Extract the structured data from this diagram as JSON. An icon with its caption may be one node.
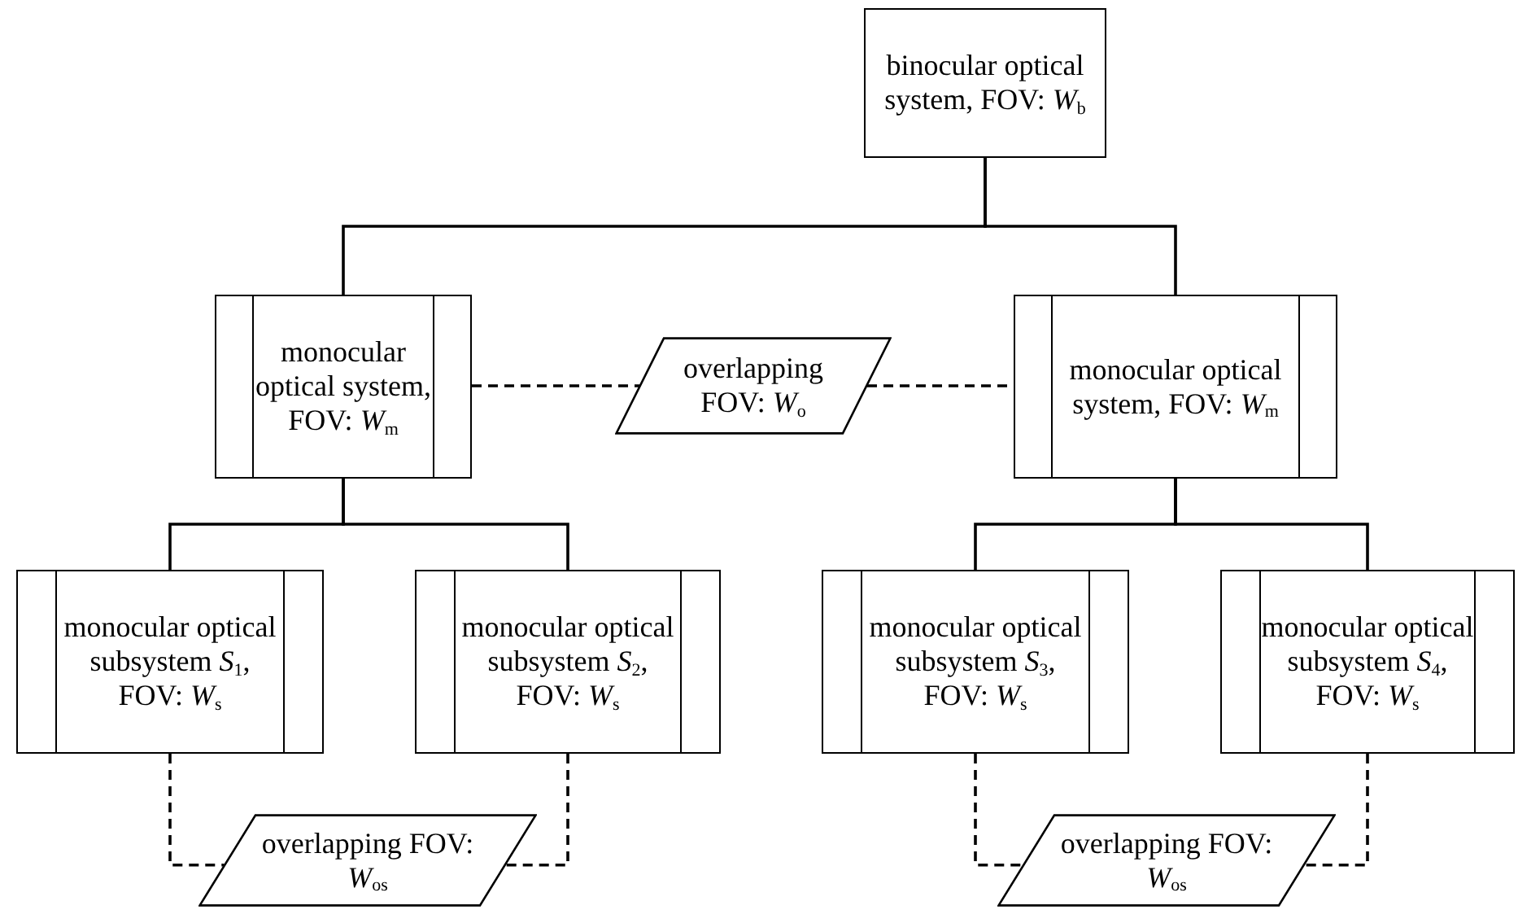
{
  "diagram": {
    "nodes": [
      {
        "text": [
          "binocular optical system, FOV: *W*$_{b}$"
        ]
      },
      {
        "text": [
          "monocular optical system, FOV: *W*$_{m}$"
        ]
      },
      {
        "text": [
          "overlapping FOV: *W*$_{o}$"
        ]
      },
      {
        "text": [
          "monocular optical system, FOV: *W*$_{m}$"
        ]
      },
      {
        "text": [
          "monocular optical subsystem *S*$_{1}$, FOV: *W*$_{s}$"
        ]
      },
      {
        "text": [
          "monocular optical subsystem *S*$_{2}$, FOV: *W*$_{s}$"
        ]
      },
      {
        "text": [
          "monocular optical subsystem *S*$_{3}$, FOV: *W*$_{s}$"
        ]
      },
      {
        "text": [
          "monocular optical subsystem *S*$_{4}$, FOV: *W*$_{s}$"
        ]
      },
      {
        "text": [
          "overlapping FOV: *W*$_{os}$"
        ]
      },
      {
        "text": [
          "overlapping FOV: *W*$_{os}$"
        ]
      }
    ],
    "edges": [
      {
        "from": 0,
        "to": 1,
        "arrow": "none"
      },
      {
        "from": 0,
        "to": 3,
        "arrow": "none"
      },
      {
        "from": 1,
        "to": 2,
        "arrow": "none",
        "style": "dashed"
      },
      {
        "from": 2,
        "to": 3,
        "arrow": "none",
        "style": "dashed"
      },
      {
        "from": 1,
        "to": 4,
        "arrow": "none"
      },
      {
        "from": 1,
        "to": 5,
        "arrow": "none"
      },
      {
        "from": 3,
        "to": 6,
        "arrow": "none"
      },
      {
        "from": 3,
        "to": 7,
        "arrow": "none"
      },
      {
        "from": 4,
        "to": 8,
        "arrow": "none",
        "style": "dashed"
      },
      {
        "from": 5,
        "to": 8,
        "arrow": "none",
        "style": "dashed"
      },
      {
        "from": 6,
        "to": 9,
        "arrow": "none",
        "style": "dashed"
      },
      {
        "from": 7,
        "to": 9,
        "arrow": "none",
        "style": "dashed"
      }
    ]
  }
}
